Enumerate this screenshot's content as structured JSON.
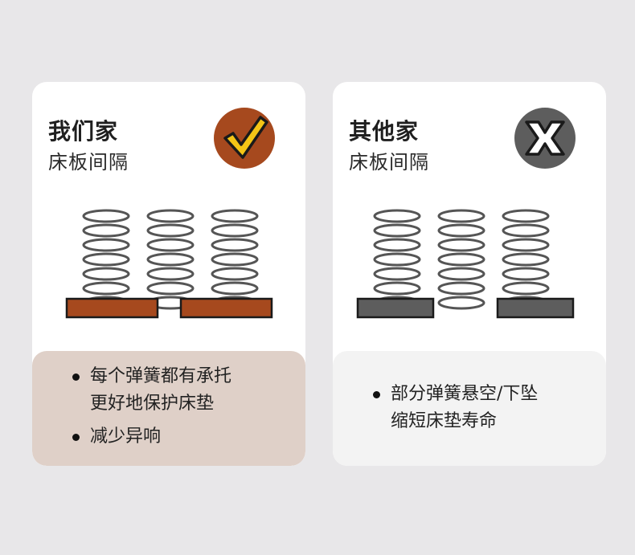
{
  "left_card": {
    "title": "我们家",
    "subtitle": "床板间隔",
    "badge": "check-icon",
    "bullets": [
      {
        "line1": "每个弹簧都有承托",
        "line2": "更好地保护床垫"
      },
      {
        "line1": "减少异响",
        "line2": ""
      }
    ]
  },
  "right_card": {
    "title": "其他家",
    "subtitle": "床板间隔",
    "badge": "x-icon",
    "bullets": [
      {
        "line1": "部分弹簧悬空/下坠",
        "line2": "缩短床垫寿命"
      }
    ]
  },
  "colors": {
    "accent_brown": "#a6491e",
    "badge_yellow": "#f4c516",
    "gray_board": "#5d5d5d",
    "bottom_left": "#dfd0c8",
    "bottom_right": "#f3f3f3"
  }
}
